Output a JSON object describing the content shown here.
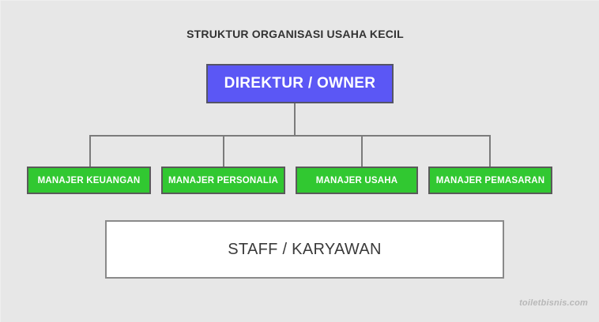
{
  "diagram": {
    "title": "STRUKTUR ORGANISASI USAHA KECIL",
    "type": "organizational-chart",
    "background_color": "#E7E7E7",
    "levels": [
      {
        "level": 1,
        "nodes": [
          {
            "label": "DIREKTUR / OWNER",
            "fill_color": "#5B57F5",
            "text_color": "#FFFFFF",
            "border_color": "#555566"
          }
        ]
      },
      {
        "level": 2,
        "nodes": [
          {
            "label": "MANAJER KEUANGAN",
            "fill_color": "#31C831",
            "text_color": "#FFFFFF",
            "border_color": "#5A5A5A"
          },
          {
            "label": "MANAJER PERSONALIA",
            "fill_color": "#31C831",
            "text_color": "#FFFFFF",
            "border_color": "#5A5A5A"
          },
          {
            "label": "MANAJER USAHA",
            "fill_color": "#31C831",
            "text_color": "#FFFFFF",
            "border_color": "#5A5A5A"
          },
          {
            "label": "MANAJER PEMASARAN",
            "fill_color": "#31C831",
            "text_color": "#FFFFFF",
            "border_color": "#5A5A5A"
          }
        ]
      },
      {
        "level": 3,
        "nodes": [
          {
            "label": "STAFF / KARYAWAN",
            "fill_color": "#FFFFFF",
            "text_color": "#3A3A3A",
            "border_color": "#8A8A8A"
          }
        ]
      }
    ],
    "connector_color": "#7B7B7B",
    "watermark": "toiletbisnis.com"
  }
}
